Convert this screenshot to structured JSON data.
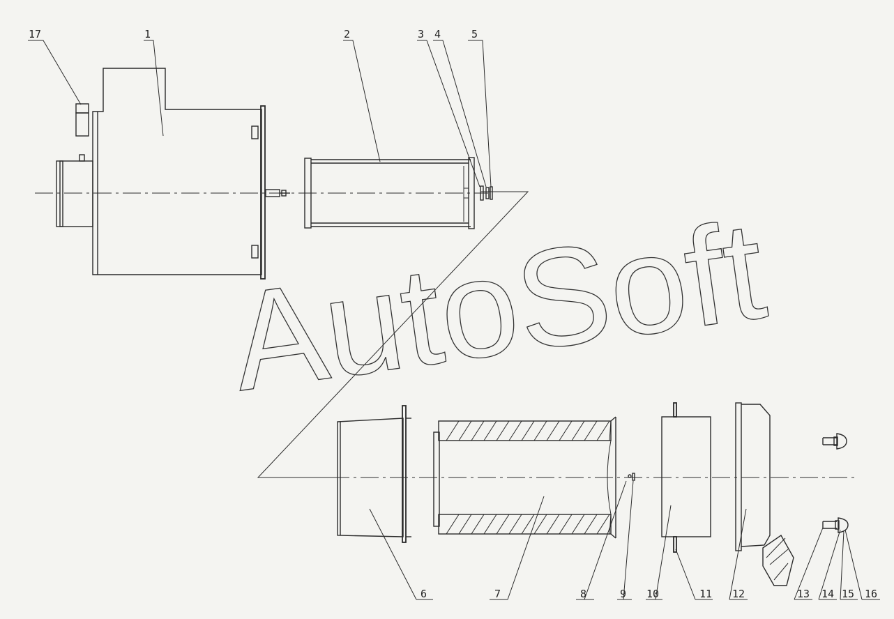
{
  "watermark": "AutoSoft",
  "labels": {
    "p1": "1",
    "p2": "2",
    "p3": "3",
    "p4": "4",
    "p5": "5",
    "p6": "6",
    "p7": "7",
    "p8": "8",
    "p9": "9",
    "p10": "10",
    "p11": "11",
    "p12": "12",
    "p13": "13",
    "p14": "14",
    "p15": "15",
    "p16": "16",
    "p17": "17"
  },
  "colors": {
    "background": "#f4f4f1",
    "line": "#2a2a2a"
  }
}
